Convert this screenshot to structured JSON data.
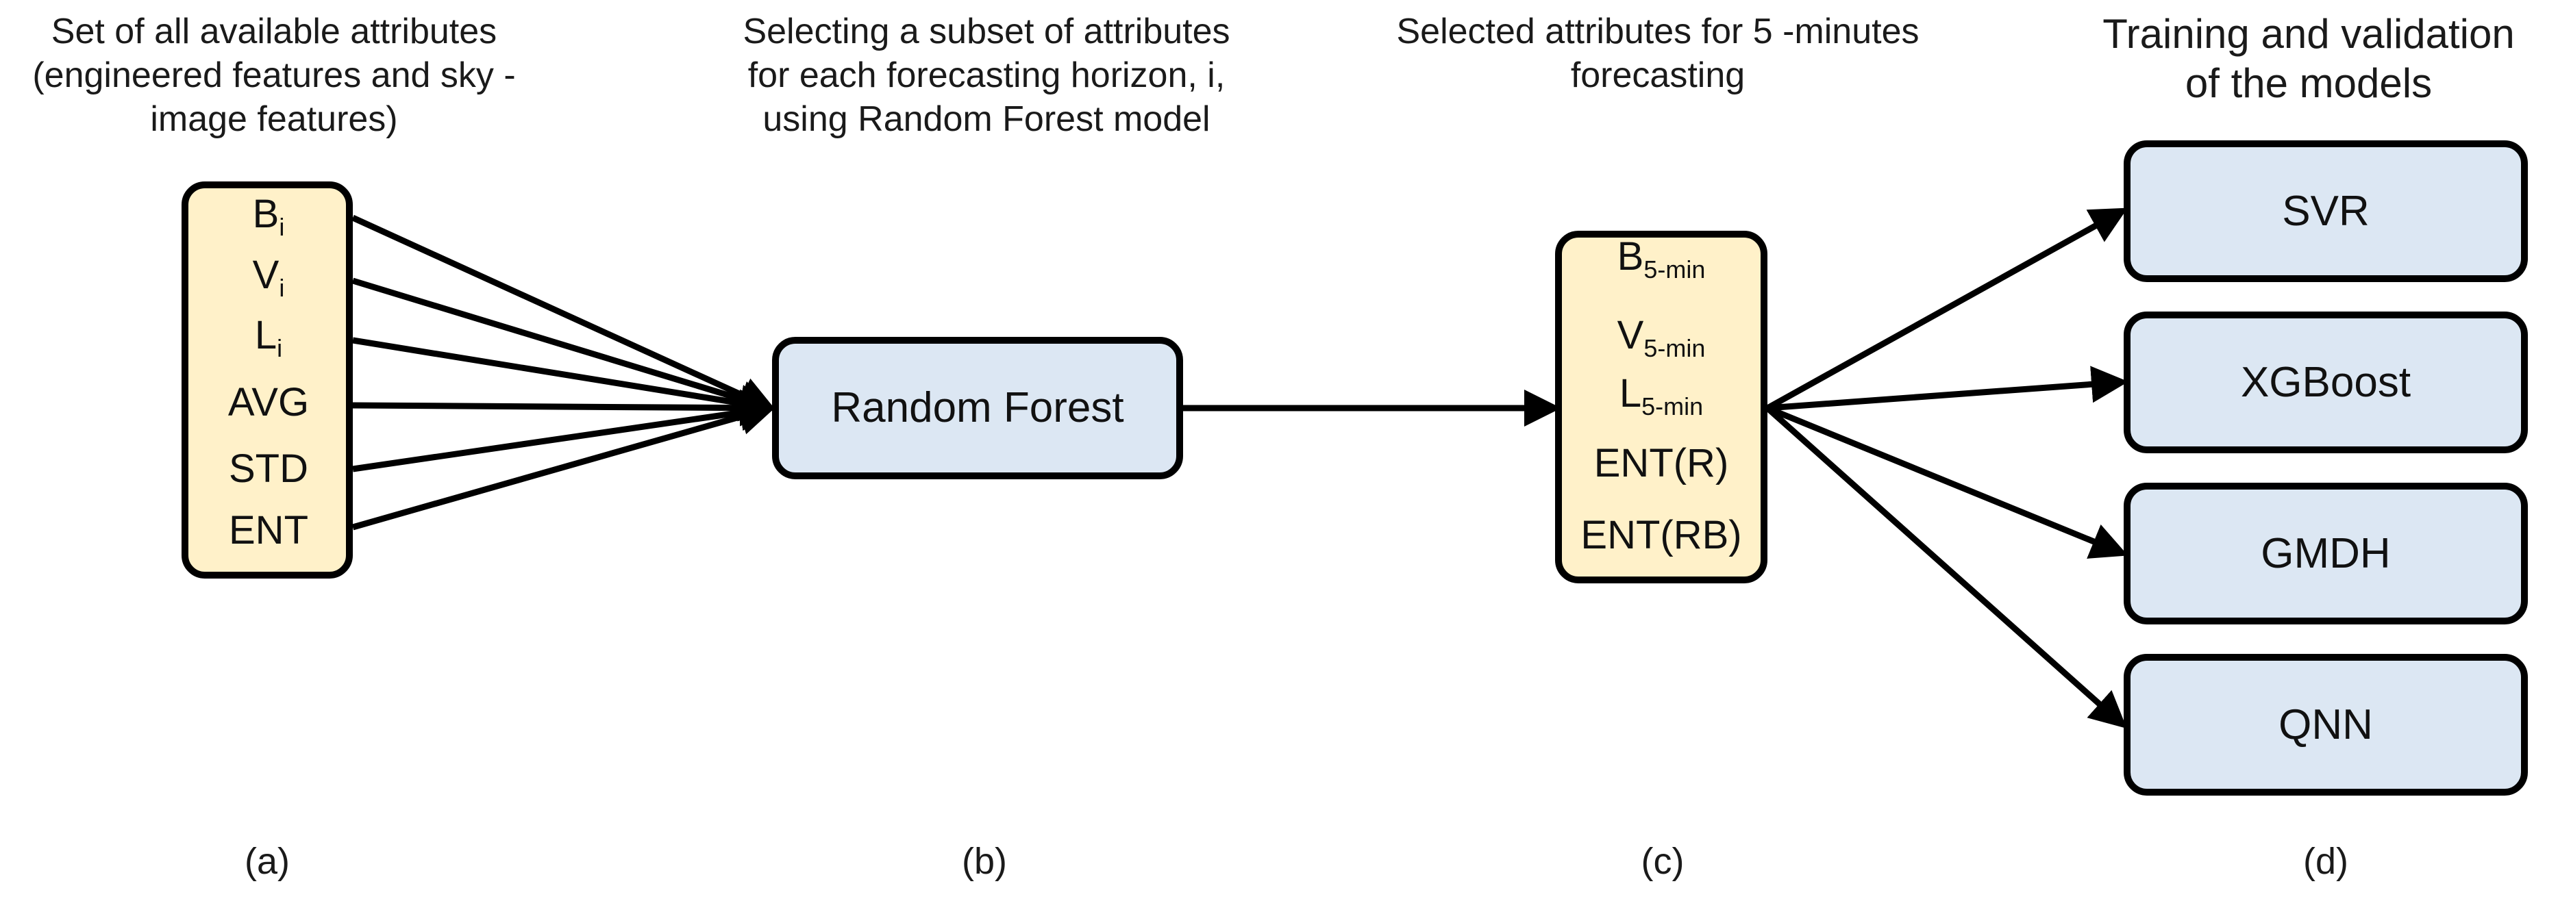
{
  "captions": {
    "a": [
      "Set of all available  attributes",
      "(engineered features and sky -",
      "image features)"
    ],
    "b": [
      "Selecting a subset of attributes",
      "for each forecasting horizon,  i,",
      "using Random Forest model"
    ],
    "c": [
      "Selected attributes for 5 -minutes",
      "forecasting"
    ],
    "d": [
      "Training and validation",
      "of the models"
    ]
  },
  "all_attributes": [
    {
      "base": "B",
      "sub": "i"
    },
    {
      "base": "V",
      "sub": "i"
    },
    {
      "base": "L",
      "sub": "i"
    },
    {
      "base": "AVG",
      "sub": ""
    },
    {
      "base": "STD",
      "sub": ""
    },
    {
      "base": "ENT",
      "sub": ""
    }
  ],
  "selector": {
    "label": "Random Forest"
  },
  "selected_attributes": [
    {
      "base": "B",
      "sub": "5-min"
    },
    {
      "base": "V",
      "sub": "5-min"
    },
    {
      "base": "L",
      "sub": "5-min"
    },
    {
      "base": "ENT(R)",
      "sub": ""
    },
    {
      "base": "ENT(RB)",
      "sub": ""
    }
  ],
  "models": [
    "SVR",
    "XGBoost",
    "GMDH",
    "QNN"
  ],
  "panel_letters": [
    "(a)",
    "(b)",
    "(c)",
    "(d)"
  ],
  "colors": {
    "attribute_fill": "#FFF1C9",
    "model_fill": "#DCE7F3",
    "stroke": "#000000"
  }
}
